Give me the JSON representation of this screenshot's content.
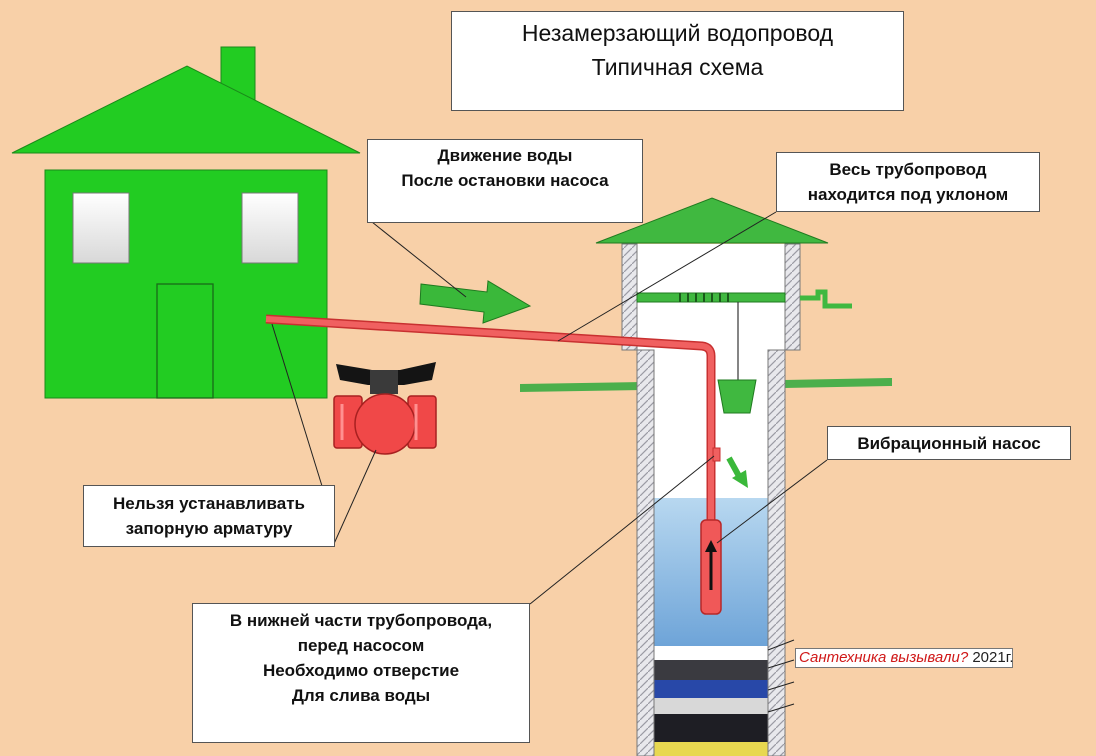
{
  "title": {
    "line1": "Незамерзающий водопровод",
    "line2": "Типичная схема"
  },
  "labels": {
    "water_flow": {
      "line1": "Движение воды",
      "line2": "После остановки насоса"
    },
    "slope": {
      "line1": "Весь трубопровод",
      "line2": "находится под уклоном"
    },
    "pump": {
      "line1": "Вибрационный насос"
    },
    "no_valve": {
      "line1": "Нельзя устанавливать",
      "line2": "запорную арматуру"
    },
    "drain_hole": {
      "line1": "В нижней части трубопровода,",
      "line2": "перед насосом",
      "line3": "Необходимо отверстие",
      "line4": "Для слива воды"
    }
  },
  "watermark": {
    "red_text": "Сантехника вызывали?",
    "year": "2021г."
  },
  "colors": {
    "background": "#f8d0a8",
    "house": "#22cc22",
    "pipe": "#f06060",
    "water": "#7aaedc",
    "arrow": "#3ab83a",
    "valve": "#f04848"
  }
}
